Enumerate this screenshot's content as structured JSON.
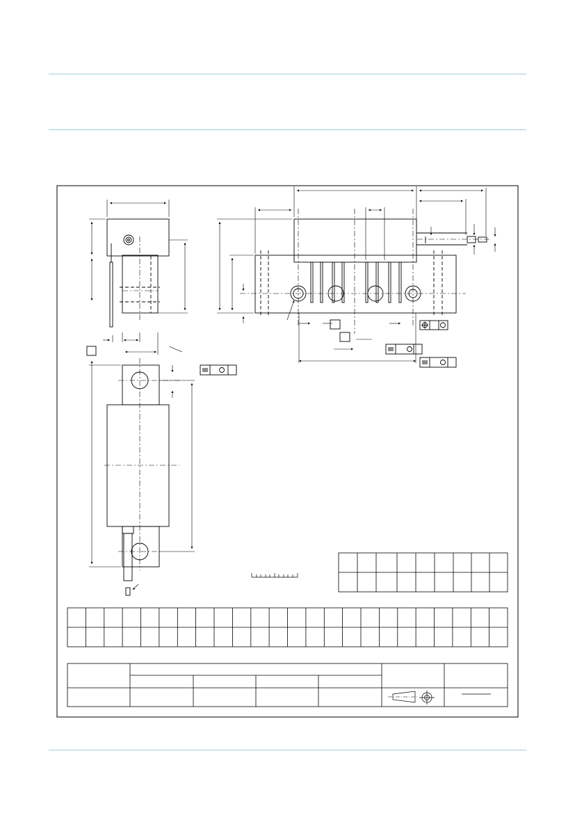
{
  "page": {
    "header_rules": 2,
    "footer_rules": 1,
    "rule_color": "#9ecfd8"
  },
  "drawing": {
    "line_color": "#000000",
    "icons": [
      "datum-box",
      "position-tolerance-icon",
      "symmetry-tolerance-icon",
      "first-angle-projection-icon",
      "scale-bar"
    ],
    "dimension_table": {
      "rows": 2,
      "columns": 9,
      "cells": []
    },
    "wide_table": {
      "rows": 2,
      "columns": 24,
      "cells": []
    },
    "title_block": {
      "cells": []
    }
  }
}
